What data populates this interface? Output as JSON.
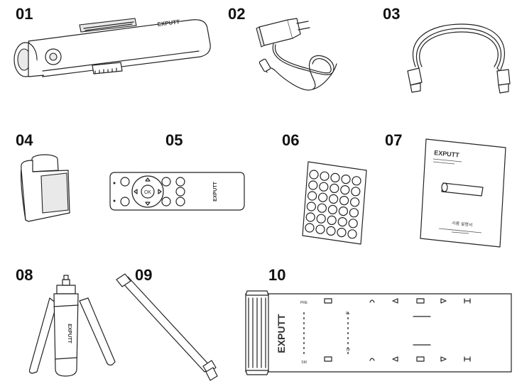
{
  "items": [
    {
      "number": "01"
    },
    {
      "number": "02"
    },
    {
      "number": "03"
    },
    {
      "number": "04"
    },
    {
      "number": "05"
    },
    {
      "number": "06"
    },
    {
      "number": "07"
    },
    {
      "number": "08"
    },
    {
      "number": "09"
    },
    {
      "number": "10"
    }
  ],
  "brand": "EXPUTT",
  "remote": {
    "ok_label": "OK"
  },
  "manual": {
    "subtitle_label": "사용 설명서"
  },
  "mat": {
    "left_top": "PRE",
    "left_bottom": "SM",
    "center_top": "EL",
    "center_bottom": "TP"
  }
}
